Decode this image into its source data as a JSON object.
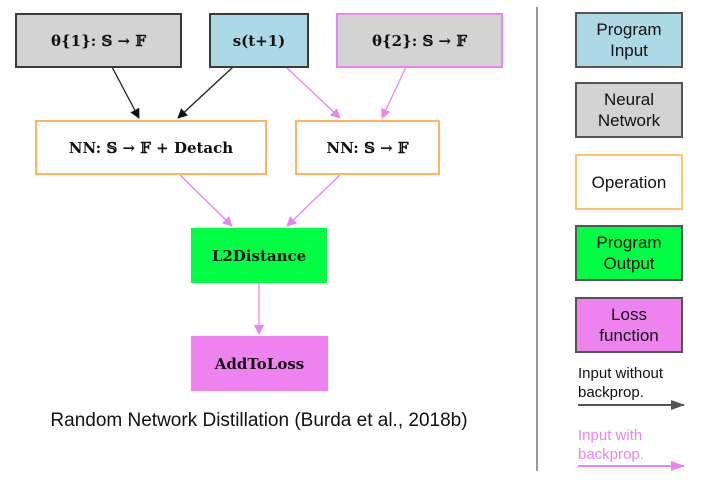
{
  "diagram": {
    "nodes": {
      "theta1": "θ{1}: 𝕊 → 𝔽",
      "state": "s(t+1)",
      "theta2": "θ{2}: 𝕊 → 𝔽",
      "nn_detach": "NN: 𝕊 → 𝔽 + Detach",
      "nn": "NN: 𝕊 → 𝔽",
      "l2": "L2Distance",
      "loss": "AddToLoss"
    },
    "edges": [
      {
        "from": "theta1",
        "to": "nn_detach",
        "type": "no_backprop"
      },
      {
        "from": "state",
        "to": "nn_detach",
        "type": "no_backprop"
      },
      {
        "from": "state",
        "to": "nn",
        "type": "backprop"
      },
      {
        "from": "theta2",
        "to": "nn",
        "type": "backprop"
      },
      {
        "from": "nn_detach",
        "to": "l2",
        "type": "backprop"
      },
      {
        "from": "nn",
        "to": "l2",
        "type": "backprop"
      },
      {
        "from": "l2",
        "to": "loss",
        "type": "backprop"
      }
    ],
    "caption": "Random Network Distillation (Burda et al., 2018b)"
  },
  "legend": {
    "program_input": "Program Input",
    "neural_network": "Neural Network",
    "operation": "Operation",
    "program_output": "Program Output",
    "loss_function": "Loss function",
    "no_backprop": "Input without backprop.",
    "backprop": "Input with backprop."
  },
  "colors": {
    "program_input": "#add8e6",
    "neural_network": "#d3d3d3",
    "operation_border": "#ffb55a",
    "program_output": "#00ff44",
    "loss_function": "#ee82ee",
    "no_backprop_edge": "#222222",
    "backprop_edge": "#ee82ee"
  }
}
